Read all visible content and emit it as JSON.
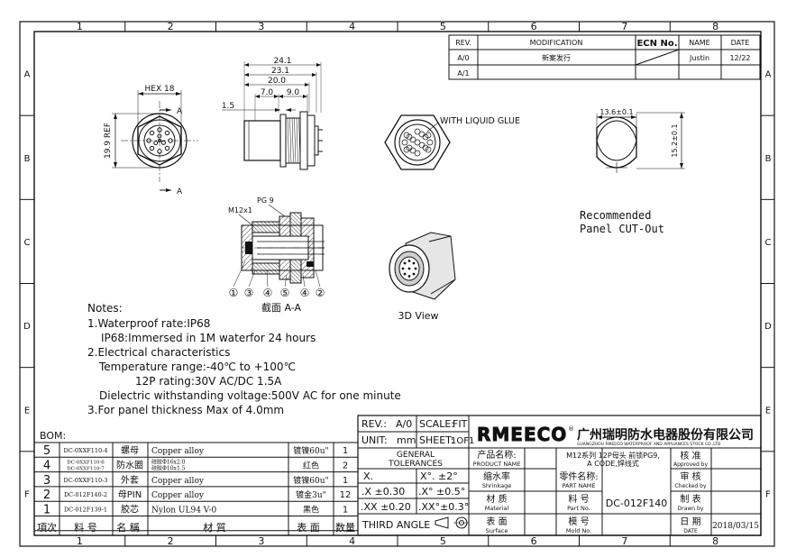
{
  "frame": {
    "columns": [
      "1",
      "2",
      "3",
      "4",
      "5",
      "6",
      "7",
      "8"
    ],
    "rows": [
      "A",
      "B",
      "C",
      "D",
      "E",
      "F"
    ]
  },
  "revision_table": {
    "headers": {
      "rev": "REV.",
      "modification": "MODIFICATION",
      "ecn": "ECN No.",
      "name": "NAME",
      "date": "DATE"
    },
    "rows": [
      {
        "rev": "A/0",
        "modification": "新案发行",
        "ecn": "",
        "name": "Justin",
        "date": "12/22"
      },
      {
        "rev": "A/1",
        "modification": "",
        "ecn": "",
        "name": "",
        "date": ""
      }
    ]
  },
  "views": {
    "front_view": {
      "hex_label": "HEX 18",
      "ref_label": "19.9 REF",
      "section_mark": "A"
    },
    "side_view": {
      "dims": [
        "24.1",
        "23.1",
        "20.0",
        "7.0",
        "9.0",
        "1.5"
      ]
    },
    "section_view": {
      "labels": [
        "PG 9",
        "M12x1"
      ],
      "callouts": [
        "①",
        "③",
        "④",
        "⑤",
        "④",
        "②"
      ],
      "caption": "截面  A-A"
    },
    "rear_view": {
      "label": "WITH LIQUID GLUE"
    },
    "view_3d": {
      "caption": "3D View"
    },
    "panel_cutout": {
      "width_dim": "13.6±0.1",
      "height_dim": "15.2±0.1",
      "caption_line1": "Recommended",
      "caption_line2": "Panel CUT-Out"
    }
  },
  "notes": {
    "title": "Notes:",
    "lines": [
      "1.Waterproof rate:IP68",
      "IP68:Immersed in 1M waterfor 24 hours",
      "2.Electrical characteristics",
      "Temperature range:-40℃ to +100℃",
      "12P rating:30V AC/DC 1.5A",
      "Dielectric withstanding voltage:500V AC for one minute",
      "3.For panel thickness Max of 4.0mm"
    ]
  },
  "bom": {
    "title": "BOM:",
    "headers": {
      "item": "項次",
      "part_no": "料 号",
      "name": "名 稱",
      "material": "材 質",
      "surface": "表 面",
      "qty": "数量"
    },
    "rows": [
      {
        "item": "5",
        "part_no": "DC-0XXF110-4",
        "name": "螺母",
        "material": "Copper alloy",
        "surface": "镀镍60u\"",
        "qty": "1"
      },
      {
        "item": "4",
        "part_no": "DC-0XXF110-6",
        "part_no_2": "DC-0XXF110-7",
        "name": "防水圈",
        "material": "硅胶Φ16x2.0",
        "material_2": "硅胶Φ10x1.5",
        "surface": "红色",
        "qty": "2"
      },
      {
        "item": "3",
        "part_no": "DC-0XXF110-3",
        "name": "外套",
        "material": "Copper alloy",
        "surface": "镀镍60u\"",
        "qty": "1"
      },
      {
        "item": "2",
        "part_no": "DC-012F140-2",
        "name": "母PIN",
        "material": "Copper alloy",
        "surface": "镀金3u\"",
        "qty": "12"
      },
      {
        "item": "1",
        "part_no": "DC-012F139-1",
        "name": "胶芯",
        "material": "Nylon UL94 V-0",
        "surface": "黑色",
        "qty": "1"
      }
    ]
  },
  "title_block": {
    "rev_label": "REV.:",
    "rev_value": "A/0",
    "scale_label": "SCALE:",
    "scale_value": "FIT",
    "unit_label": "UNIT:",
    "unit_value": "mm",
    "sheet_label": "SHEET:",
    "sheet_value": "1OF1",
    "logo": "RMEECO",
    "company": "广州瑞明防水电器股份有限公司",
    "company_en": "GUANGZHOU RMEECO WATERPROOF AND APPLIANCES STOCK CO.,LTD",
    "tolerance_title_1": "GENERAL",
    "tolerance_title_2": "TOLERANCES",
    "tol": [
      {
        "k": "X.",
        "v": "X°. ±2°"
      },
      {
        "k": ".X ±0.30",
        "v": ".X° ±0.5°"
      },
      {
        "k": ".XX ±0.20",
        "v": ".XX°±0.3°"
      }
    ],
    "third_angle": "THIRD ANGLE",
    "product_name_label": "产品名称:",
    "product_name_label_en": "PRODUCT NAME",
    "product_name_value_1": "M12系列 12P母头 前锁PG9,",
    "product_name_value_2": "A CODE,焊线式",
    "approved_label": "核  准",
    "approved_label_en": "Approved by",
    "shrinkage_label": "缩水率",
    "shrinkage_label_en": "Shrinkage",
    "part_name_label": "零件名称:",
    "part_name_label_en": "PART NAME",
    "checked_label": "审  核",
    "checked_label_en": "Checked by",
    "material_label": "材  质",
    "material_label_en": "Material",
    "part_no_label": "料  号",
    "part_no_label_en": "Part No.",
    "part_no_value": "DC-012F140",
    "drawn_label": "制  表",
    "drawn_label_en": "Drawn by",
    "surface_label": "表  面",
    "surface_label_en": "Surface",
    "mold_no_label": "模  号",
    "mold_no_label_en": "Mold No.",
    "date_label": "日  期",
    "date_label_en": "DATE",
    "date_value": "2018/03/15"
  }
}
